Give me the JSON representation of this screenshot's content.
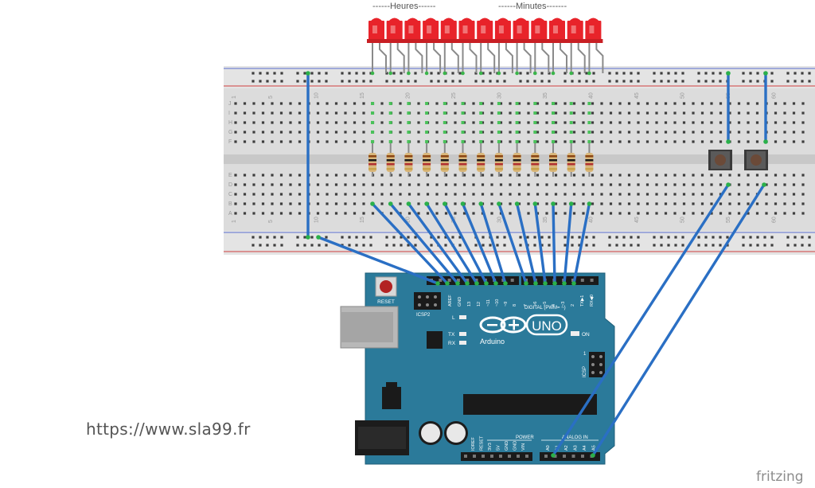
{
  "labels": {
    "heures": "------Heures------",
    "minutes": "------Minutes-------",
    "url": "https://www.sla99.fr",
    "fritzing": "fritzing"
  },
  "arduino": {
    "board_name": "UNO",
    "brand": "Arduino",
    "reset": "RESET",
    "icsp2": "ICSP2",
    "icsp": "ICSP",
    "icsp_pin": "1",
    "on": "ON",
    "l": "L",
    "tx": "TX",
    "rx": "RX",
    "digital": "DIGITAL (PWM= ~)",
    "power": "POWER",
    "analog_in": "ANALOG IN",
    "aref": "AREF",
    "gnd": "GND",
    "digital_pins": [
      "13",
      "12",
      "~11",
      "~10",
      "~9",
      "8",
      "7",
      "~6",
      "~5",
      "4",
      "~3",
      "2",
      "TX▶1",
      "RX◀0"
    ],
    "power_pins": [
      "IOREF",
      "RESET",
      "3V3",
      "5V",
      "GND",
      "GND",
      "VIN"
    ],
    "analog_pins": [
      "A0",
      "A1",
      "A2",
      "A3",
      "A4",
      "A5"
    ]
  },
  "breadboard": {
    "col_numbers": [
      "1",
      "5",
      "10",
      "15",
      "20",
      "25",
      "30",
      "35",
      "40",
      "45",
      "50",
      "55",
      "60"
    ],
    "row_letters_top": [
      "J",
      "I",
      "H",
      "G",
      "F"
    ],
    "row_letters_bottom": [
      "E",
      "D",
      "C",
      "B",
      "A"
    ]
  },
  "components": {
    "led_count": 13,
    "led_color": "#e8232a",
    "resistor_count": 13,
    "button_count": 2,
    "wire_color": "#2a6fc4",
    "board_color": "#2b7a9a"
  }
}
